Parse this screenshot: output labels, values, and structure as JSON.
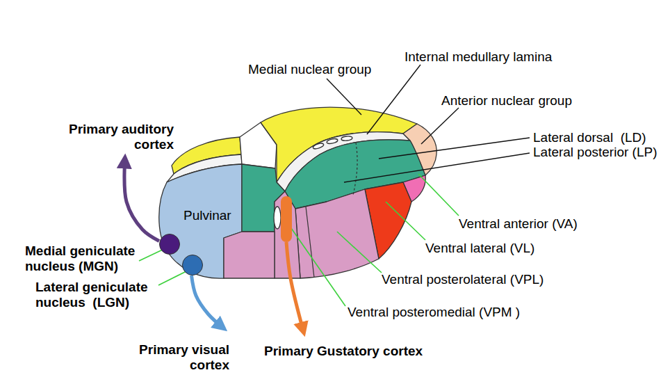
{
  "diagram": {
    "nodes": [
      {
        "text": [
          "Primary auditory cortex"
        ]
      },
      {
        "text": [
          "Pulvinar"
        ]
      },
      {
        "text": [
          "Medial geniculate nucleus (MGN)"
        ]
      },
      {
        "text": [
          "Lateral geniculate nucleus  (LGN)"
        ]
      },
      {
        "text": [
          "Ventral posteromedial (VPM )"
        ]
      },
      {
        "text": [
          "Primary visual cortex"
        ]
      },
      {
        "text": [
          "Primary Gustatory cortex"
        ]
      }
    ],
    "edges": [
      {
        "from": 2,
        "to": 0,
        "arrow": "to"
      },
      {
        "from": 3,
        "to": 5,
        "arrow": "to"
      },
      {
        "from": 4,
        "to": 6,
        "arrow": "to"
      }
    ],
    "labels": [
      "Medial nuclear group",
      "Internal medullary lamina",
      "Anterior nuclear group",
      "Lateral dorsal  (LD)",
      "Lateral posterior (LP)",
      "Ventral anterior (VA)",
      "Ventral lateral (VL)",
      "Ventral posterolateral (VPL)"
    ]
  }
}
